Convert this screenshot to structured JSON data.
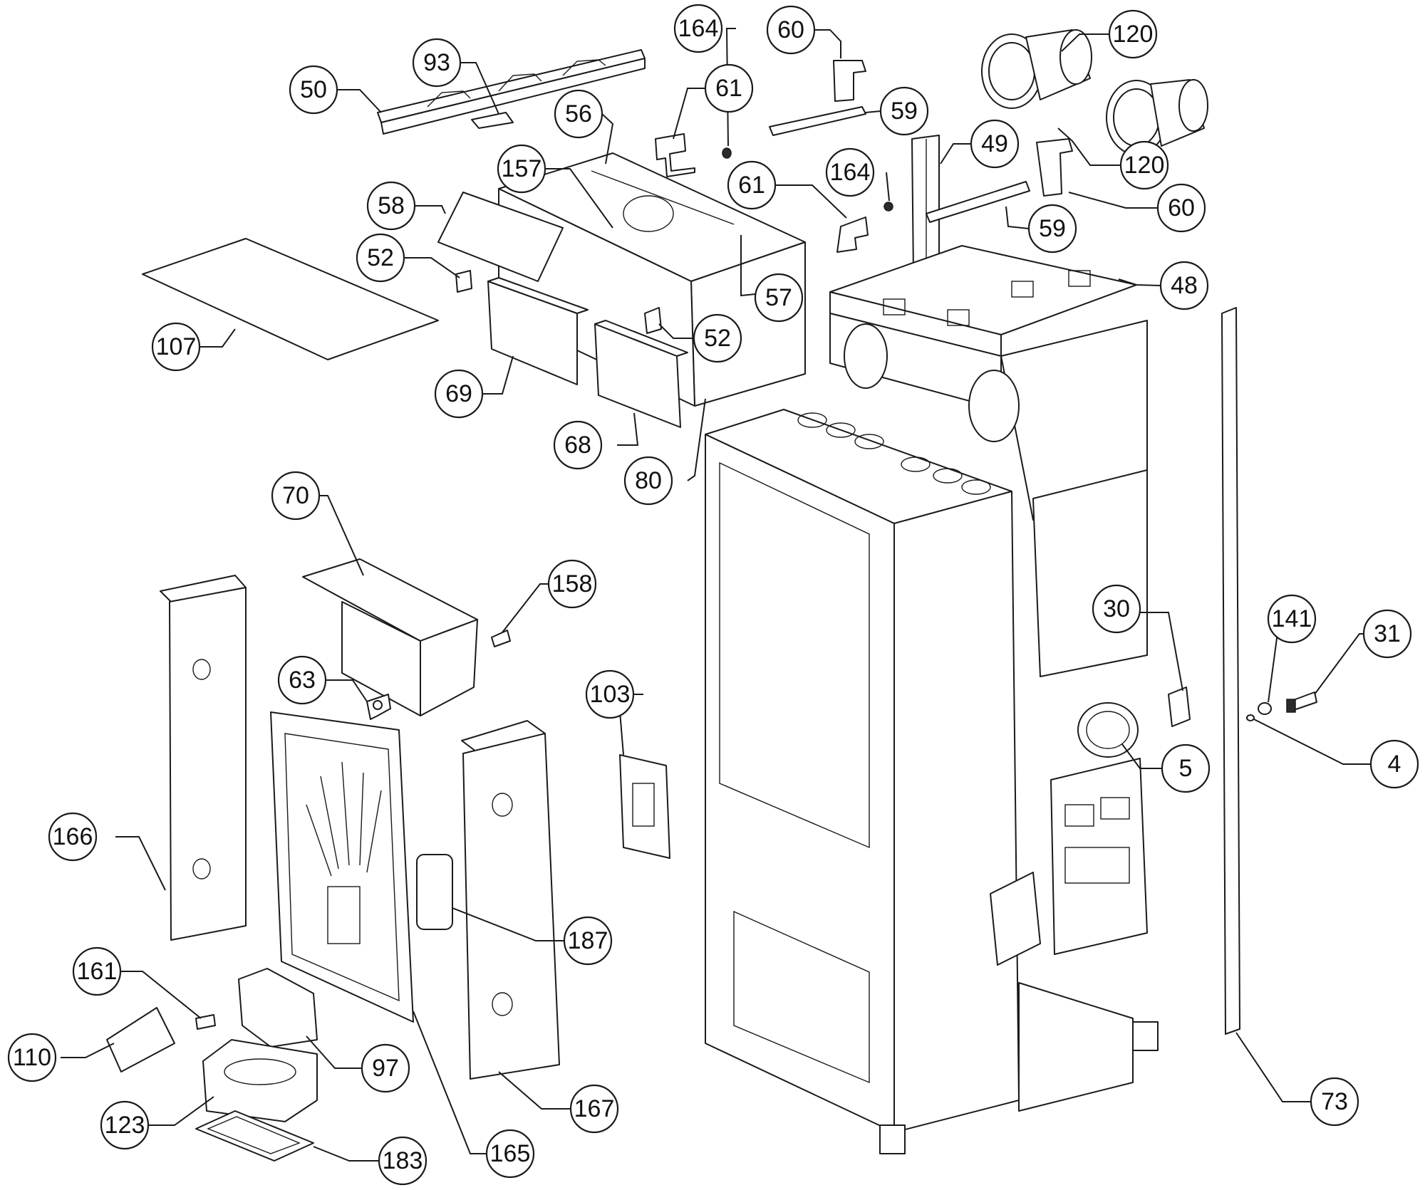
{
  "callouts": [
    {
      "id": "c164a",
      "label": "164"
    },
    {
      "id": "c60a",
      "label": "60"
    },
    {
      "id": "c120a",
      "label": "120"
    },
    {
      "id": "c50",
      "label": "50"
    },
    {
      "id": "c93",
      "label": "93"
    },
    {
      "id": "c61a",
      "label": "61"
    },
    {
      "id": "c56",
      "label": "56"
    },
    {
      "id": "c59a",
      "label": "59"
    },
    {
      "id": "c49",
      "label": "49"
    },
    {
      "id": "c120b",
      "label": "120"
    },
    {
      "id": "c157",
      "label": "157"
    },
    {
      "id": "c164b",
      "label": "164"
    },
    {
      "id": "c61b",
      "label": "61"
    },
    {
      "id": "c58",
      "label": "58"
    },
    {
      "id": "c60b",
      "label": "60"
    },
    {
      "id": "c59b",
      "label": "59"
    },
    {
      "id": "c52a",
      "label": "52"
    },
    {
      "id": "c57",
      "label": "57"
    },
    {
      "id": "c48",
      "label": "48"
    },
    {
      "id": "c107",
      "label": "107"
    },
    {
      "id": "c52b",
      "label": "52"
    },
    {
      "id": "c69",
      "label": "69"
    },
    {
      "id": "c68",
      "label": "68"
    },
    {
      "id": "c80",
      "label": "80"
    },
    {
      "id": "c70",
      "label": "70"
    },
    {
      "id": "c158",
      "label": "158"
    },
    {
      "id": "c30",
      "label": "30"
    },
    {
      "id": "c141",
      "label": "141"
    },
    {
      "id": "c31",
      "label": "31"
    },
    {
      "id": "c63",
      "label": "63"
    },
    {
      "id": "c103",
      "label": "103"
    },
    {
      "id": "c4",
      "label": "4"
    },
    {
      "id": "c5",
      "label": "5"
    },
    {
      "id": "c166",
      "label": "166"
    },
    {
      "id": "c187",
      "label": "187"
    },
    {
      "id": "c161",
      "label": "161"
    },
    {
      "id": "c110",
      "label": "110"
    },
    {
      "id": "c97",
      "label": "97"
    },
    {
      "id": "c167",
      "label": "167"
    },
    {
      "id": "c73",
      "label": "73"
    },
    {
      "id": "c123",
      "label": "123"
    },
    {
      "id": "c165",
      "label": "165"
    },
    {
      "id": "c183",
      "label": "183"
    }
  ]
}
